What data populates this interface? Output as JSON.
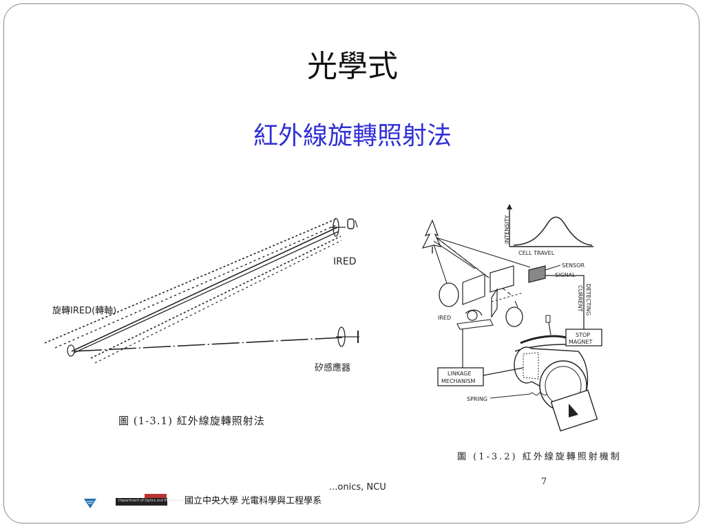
{
  "slide": {
    "title": "光學式",
    "subtitle": "紅外線旋轉照射法",
    "page_number": "7",
    "source_text": "...onics, NCU",
    "footer_text": "國立中央大學 光電科學與工程學系",
    "footer_logo_text": "Department of Optics and Photonics, NCU"
  },
  "figure_left": {
    "label_rotating": "旋轉IRED(轉軸)",
    "label_ired": "IRED",
    "label_detector": "矽感應器",
    "caption": "圖 (1-3.1) 紅外線旋轉照射法"
  },
  "figure_right": {
    "intensity": "INTENSITY",
    "cell_travel": "CELL TRAVEL",
    "sensor": "SENSOR",
    "signal": "SIGNAL",
    "detecting": "DETECTING",
    "current": "CURRENT",
    "ired": "IRED",
    "stop": "STOP",
    "magnet": "MAGNET",
    "linkage": "LINKAGE",
    "mechanism": "MECHANISM",
    "spring": "SPRING",
    "caption": "圖 (1-3.2) 紅外線旋轉照射機制"
  },
  "colors": {
    "title": "#111111",
    "subtitle": "#2f2fd6",
    "frame": "#8a8a8a",
    "footer_shield": "#1f6fb5"
  },
  "icons": {
    "footer_logo": "university-shield-icon"
  }
}
